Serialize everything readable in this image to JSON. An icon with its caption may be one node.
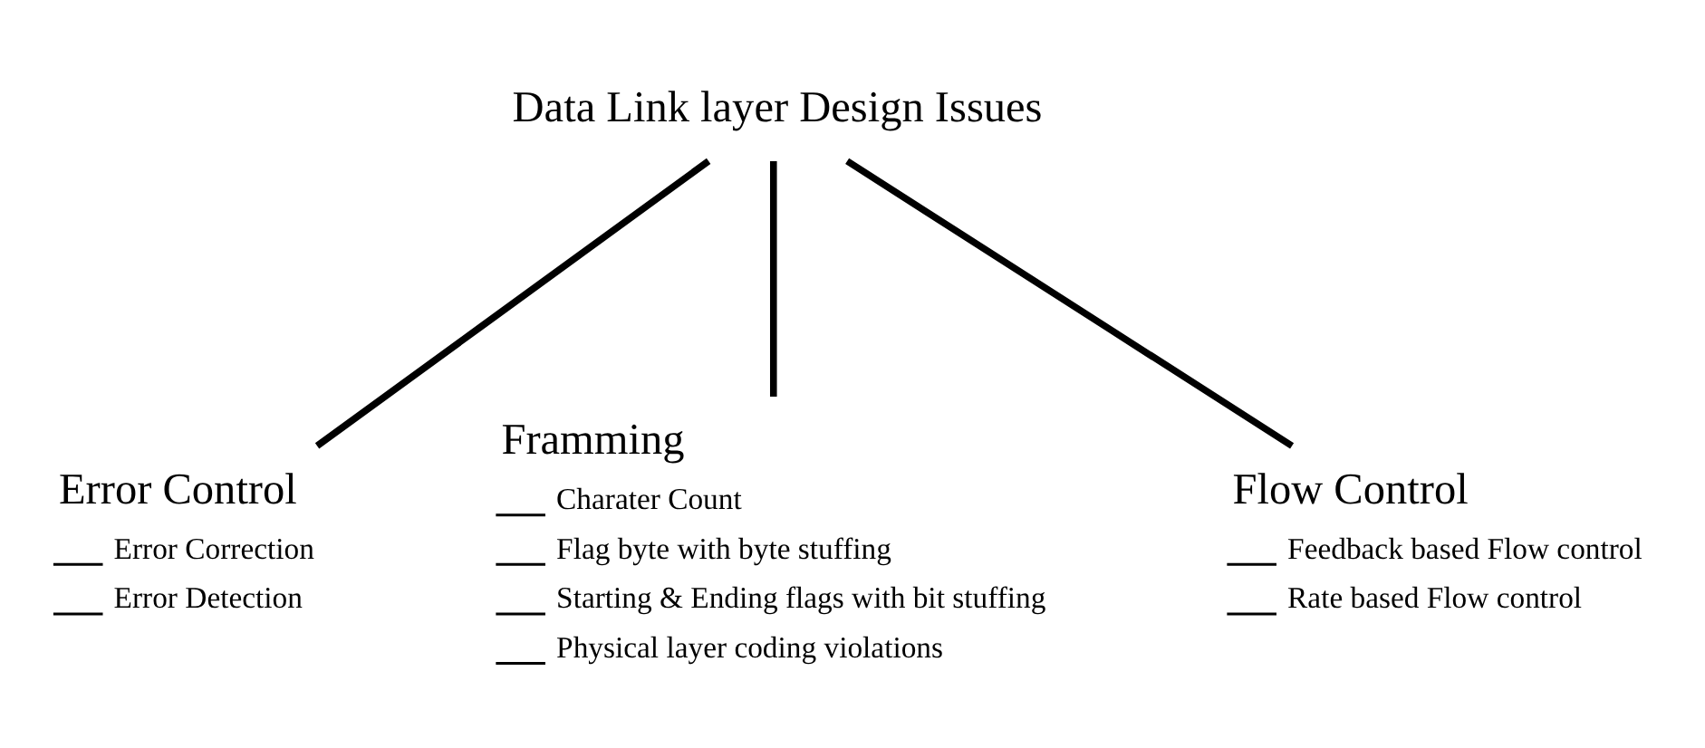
{
  "diagram": {
    "nodes": [
      {
        "text": [
          "Data Link layer Design Issues"
        ]
      },
      {
        "text": [
          "Error Control",
          "Error Correction",
          "Error Detection"
        ]
      },
      {
        "text": [
          "Framming",
          "Charater Count",
          "Flag byte with byte stuffing",
          "Starting & Ending flags with bit stuffing",
          "Physical layer coding violations"
        ]
      },
      {
        "text": [
          "Flow Control",
          "Feedback based Flow control",
          "Rate based Flow control"
        ]
      }
    ],
    "edges": [
      {
        "from": 0,
        "to": 1,
        "arrow": "none"
      },
      {
        "from": 0,
        "to": 2,
        "arrow": "none"
      },
      {
        "from": 0,
        "to": 3,
        "arrow": "none"
      }
    ]
  }
}
